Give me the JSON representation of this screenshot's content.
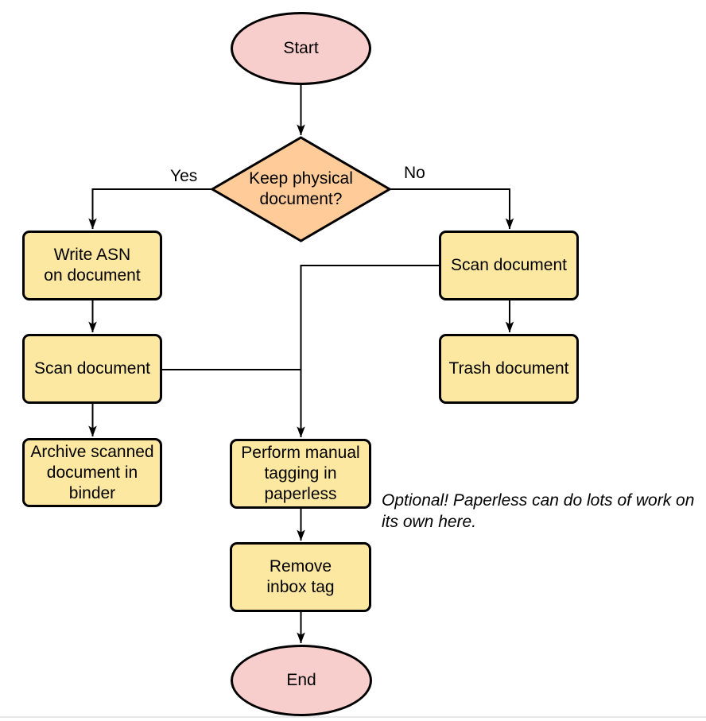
{
  "colors": {
    "terminal_fill": "#f8cecc",
    "decision_fill": "#ffcc99",
    "process_fill": "#fde8a2",
    "stroke": "#000000",
    "page_edge": "#e9e9e9"
  },
  "nodes": {
    "start": {
      "type": "terminal",
      "label": "Start"
    },
    "decision": {
      "type": "decision",
      "label": "Keep physical\ndocument?"
    },
    "write_asn": {
      "type": "process",
      "label": "Write ASN\non document"
    },
    "scan_left": {
      "type": "process",
      "label": "Scan document"
    },
    "archive": {
      "type": "process",
      "label": "Archive scanned\ndocument in\nbinder"
    },
    "scan_right": {
      "type": "process",
      "label": "Scan document"
    },
    "trash": {
      "type": "process",
      "label": "Trash document"
    },
    "tagging": {
      "type": "process",
      "label": "Perform manual\ntagging in\npaperless"
    },
    "remove_inbox": {
      "type": "process",
      "label": "Remove\ninbox tag"
    },
    "end": {
      "type": "terminal",
      "label": "End"
    }
  },
  "edge_labels": {
    "yes": "Yes",
    "no": "No"
  },
  "edges": [
    {
      "from": "start",
      "to": "decision",
      "label": ""
    },
    {
      "from": "decision",
      "to": "write_asn",
      "label": "Yes"
    },
    {
      "from": "decision",
      "to": "scan_right",
      "label": "No"
    },
    {
      "from": "write_asn",
      "to": "scan_left",
      "label": ""
    },
    {
      "from": "scan_left",
      "to": "archive",
      "label": ""
    },
    {
      "from": "scan_right",
      "to": "trash",
      "label": ""
    },
    {
      "from": "scan_right",
      "to": "tagging",
      "label": ""
    },
    {
      "from": "scan_left",
      "to": "tagging",
      "label": ""
    },
    {
      "from": "tagging",
      "to": "remove_inbox",
      "label": ""
    },
    {
      "from": "remove_inbox",
      "to": "end",
      "label": ""
    }
  ],
  "note": {
    "text": "Optional! Paperless can do lots of work on\nits own here."
  }
}
